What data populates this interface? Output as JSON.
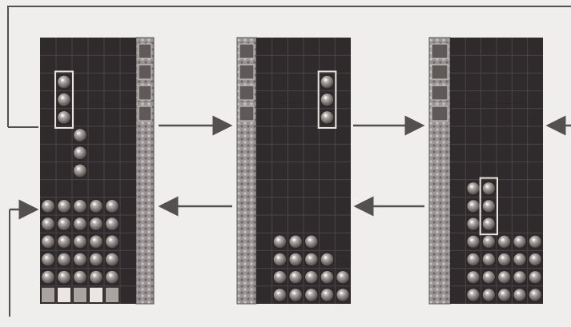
{
  "figure": {
    "caption": "",
    "panels": [
      {
        "name": "panel-1",
        "description_hidden": "",
        "grid": {
          "cols": 6,
          "rows": 15
        },
        "falling": [
          [
            1,
            2
          ],
          [
            1,
            3
          ],
          [
            1,
            4
          ]
        ],
        "falling_boxed": true,
        "loose": [
          [
            2,
            5
          ],
          [
            2,
            6
          ],
          [
            2,
            7
          ]
        ],
        "stack": [
          [
            0,
            9
          ],
          [
            1,
            9
          ],
          [
            2,
            9
          ],
          [
            3,
            9
          ],
          [
            4,
            9
          ],
          [
            0,
            10
          ],
          [
            1,
            10
          ],
          [
            2,
            10
          ],
          [
            3,
            10
          ],
          [
            4,
            10
          ],
          [
            0,
            11
          ],
          [
            1,
            11
          ],
          [
            2,
            11
          ],
          [
            3,
            11
          ],
          [
            4,
            11
          ],
          [
            0,
            12
          ],
          [
            1,
            12
          ],
          [
            2,
            12
          ],
          [
            3,
            12
          ],
          [
            4,
            12
          ],
          [
            0,
            13
          ],
          [
            1,
            13
          ],
          [
            2,
            13
          ],
          [
            3,
            13
          ],
          [
            4,
            13
          ]
        ],
        "bottom_tiles": [
          0,
          1,
          2,
          3,
          4
        ]
      },
      {
        "name": "panel-2",
        "grid": {
          "cols": 6,
          "rows": 15
        },
        "falling": [
          [
            4,
            2
          ],
          [
            4,
            3
          ],
          [
            4,
            4
          ]
        ],
        "falling_boxed": true,
        "loose": [],
        "stack": [
          [
            1,
            11
          ],
          [
            2,
            11
          ],
          [
            3,
            11
          ],
          [
            1,
            12
          ],
          [
            2,
            12
          ],
          [
            3,
            12
          ],
          [
            4,
            12
          ],
          [
            1,
            13
          ],
          [
            2,
            13
          ],
          [
            3,
            13
          ],
          [
            4,
            13
          ],
          [
            5,
            13
          ],
          [
            1,
            14
          ],
          [
            2,
            14
          ],
          [
            3,
            14
          ],
          [
            4,
            14
          ],
          [
            5,
            14
          ]
        ],
        "bottom_tiles": []
      },
      {
        "name": "panel-3",
        "grid": {
          "cols": 6,
          "rows": 15
        },
        "falling": [
          [
            2,
            8
          ],
          [
            2,
            9
          ],
          [
            2,
            10
          ]
        ],
        "falling_boxed": true,
        "loose": [],
        "stack": [
          [
            1,
            8
          ],
          [
            1,
            9
          ],
          [
            1,
            10
          ],
          [
            3,
            11
          ],
          [
            4,
            11
          ],
          [
            5,
            11
          ],
          [
            1,
            11
          ],
          [
            2,
            11
          ],
          [
            3,
            12
          ],
          [
            4,
            12
          ],
          [
            5,
            12
          ],
          [
            1,
            12
          ],
          [
            2,
            12
          ],
          [
            1,
            13
          ],
          [
            2,
            13
          ],
          [
            3,
            13
          ],
          [
            4,
            13
          ],
          [
            5,
            13
          ],
          [
            1,
            14
          ],
          [
            2,
            14
          ],
          [
            3,
            14
          ],
          [
            4,
            14
          ],
          [
            5,
            14
          ]
        ],
        "bottom_tiles": []
      }
    ],
    "arrows": [
      {
        "name": "arrow-p1-to-p2",
        "direction": "right"
      },
      {
        "name": "arrow-p2-to-p3",
        "direction": "right"
      },
      {
        "name": "arrow-into-p3",
        "direction": "left"
      },
      {
        "name": "arrow-p3-to-p2",
        "direction": "left"
      },
      {
        "name": "arrow-p2-to-p1",
        "direction": "left"
      },
      {
        "name": "arrow-into-p1",
        "direction": "right"
      }
    ],
    "colors": {
      "background": "#efeeec",
      "board": "#2f2a2b",
      "grid": "#4a4546",
      "gem_dark": "#6b6566",
      "gem_light": "#cfcac8",
      "highlight_box": "#e8e4df",
      "side_panel": "#8d8887",
      "arrow": "#555050"
    }
  }
}
